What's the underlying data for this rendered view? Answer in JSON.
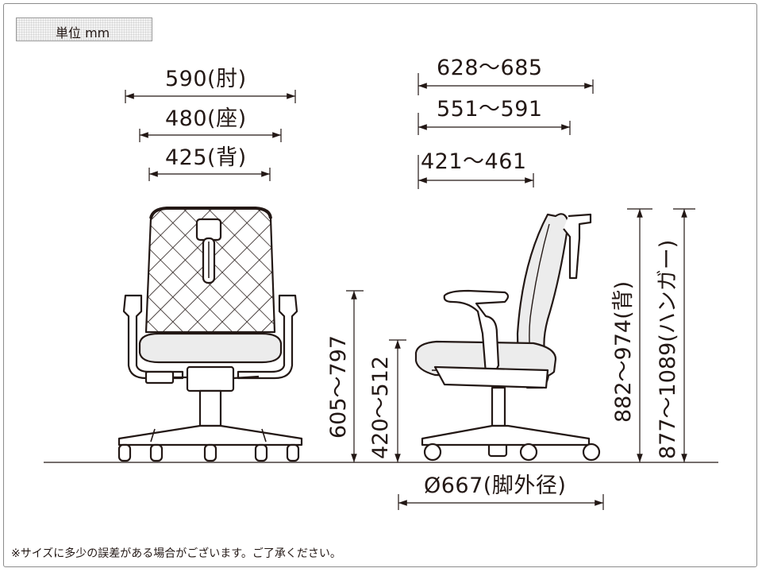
{
  "unit_label": "単位 mm",
  "front_view": {
    "width_armrest": "590(肘)",
    "width_seat": "480(座)",
    "width_back": "425(背)"
  },
  "side_view": {
    "depth_overall": "628～685",
    "depth_mid": "551～591",
    "depth_seat": "421～461"
  },
  "heights": {
    "armrest_height": "605～797",
    "seat_height": "420～512",
    "back_height": "882～974(背)",
    "hanger_height": "877～1089(ハンガー)"
  },
  "base_diameter": "Ø667(脚外径)",
  "footnote": "※サイズに多少の誤差がある場合がございます。ご了承ください。",
  "colors": {
    "line": "#231815",
    "seat_fill": "#ececec",
    "frame": "#8c8c8c"
  }
}
